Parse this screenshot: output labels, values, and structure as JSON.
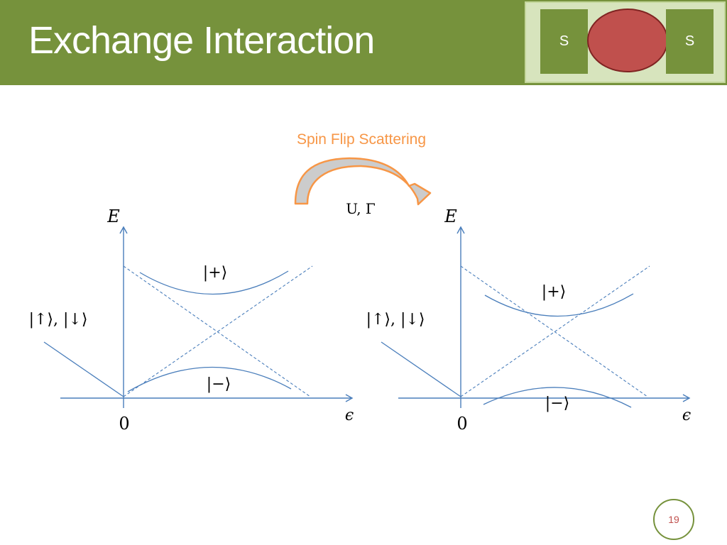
{
  "slide": {
    "title": "Exchange Interaction",
    "page_number": "19"
  },
  "junction": {
    "left_label": "S",
    "right_label": "S"
  },
  "process": {
    "label": "Spin Flip Scattering",
    "params": "U, Γ"
  },
  "plots": [
    {
      "y_axis": "E",
      "x_axis": "ϵ",
      "origin": "0",
      "spin_states": "|↑⟩, |↓⟩",
      "upper_state": "|+⟩",
      "lower_state": "|−⟩"
    },
    {
      "y_axis": "E",
      "x_axis": "ϵ",
      "origin": "0",
      "spin_states": "|↑⟩, |↓⟩",
      "upper_state": "|+⟩",
      "lower_state": "|−⟩"
    }
  ],
  "colors": {
    "header": "#76923c",
    "accent_red": "#c0504d",
    "curve_blue": "#4a7ebb",
    "arrow_orange": "#f79646"
  }
}
